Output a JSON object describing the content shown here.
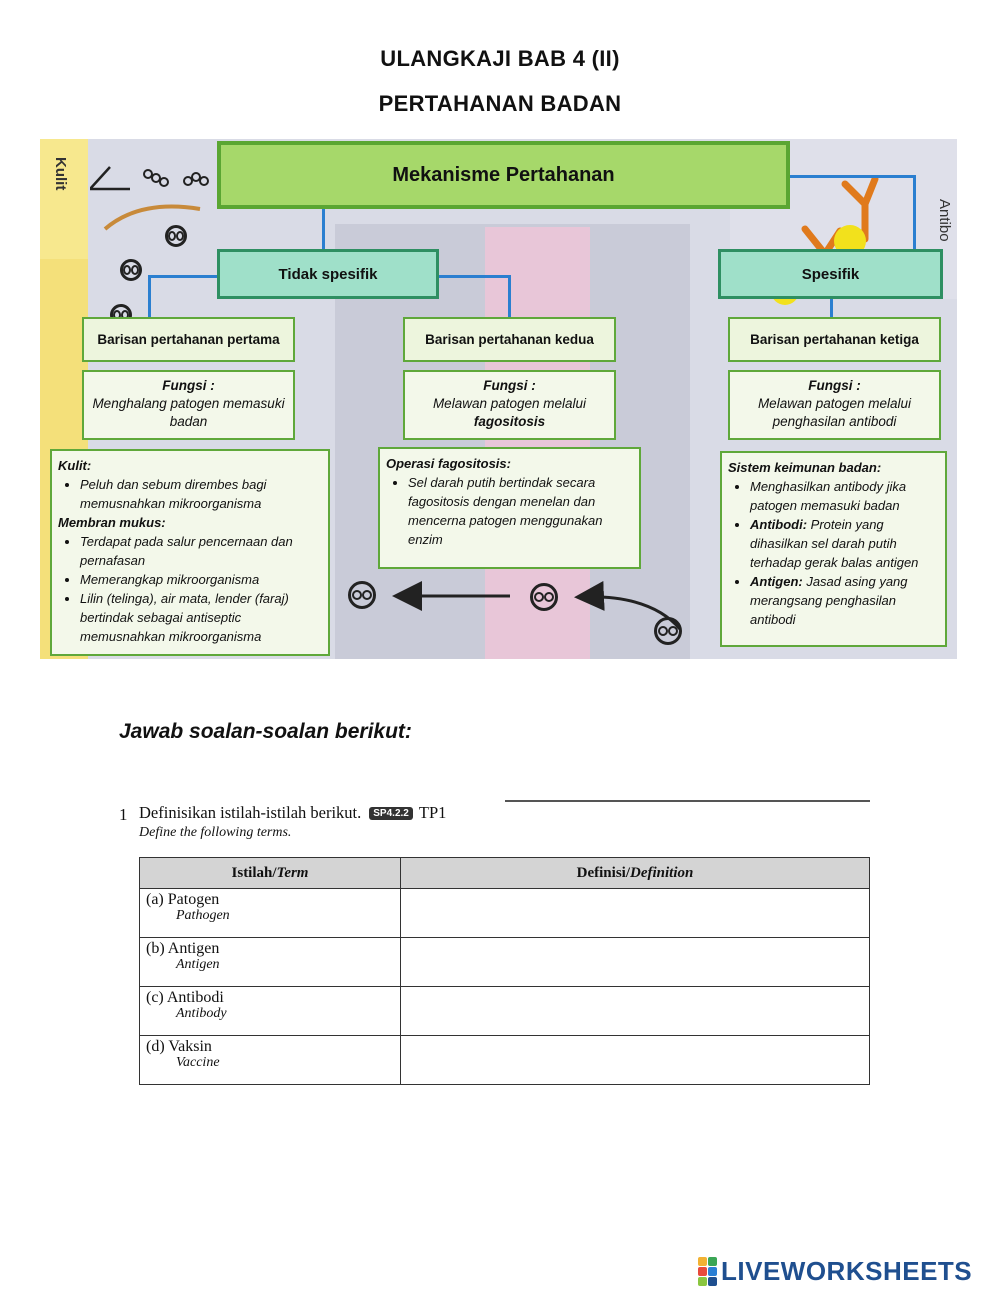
{
  "header": {
    "title_line1": "ULANGKAJI BAB 4 (II)",
    "title_line2": "PERTAHANAN BADAN"
  },
  "diagram": {
    "side_label_left": "Kulit",
    "side_label_right": "Antibo",
    "main": "Mekanisme Pertahanan",
    "branch_left": "Tidak spesifik",
    "branch_right": "Spesifik",
    "lines": [
      {
        "title": "Barisan pertahanan pertama",
        "fungsi_label": "Fungsi :",
        "fungsi_text": "Menghalang patogen memasuki badan"
      },
      {
        "title": "Barisan pertahanan kedua",
        "fungsi_label": "Fungsi :",
        "fungsi_text": "Melawan patogen melalui",
        "fungsi_bold": "fagositosis"
      },
      {
        "title": "Barisan pertahanan ketiga",
        "fungsi_label": "Fungsi :",
        "fungsi_text": "Melawan patogen melalui penghasilan antibodi"
      }
    ],
    "desc_left": {
      "h1": "Kulit:",
      "b1": "Peluh dan sebum dirembes bagi memusnahkan mikroorganisma",
      "h2": "Membran mukus:",
      "b2": "Terdapat pada salur pencernaan dan pernafasan",
      "b3": "Memerangkap mikroorganisma",
      "b4": "Lilin (telinga), air mata, lender (faraj) bertindak sebagai antiseptic memusnahkan mikroorganisma"
    },
    "desc_mid": {
      "h1": "Operasi fagositosis:",
      "b1": "Sel darah putih bertindak secara fagositosis dengan menelan dan mencerna patogen menggunakan enzim"
    },
    "desc_right": {
      "h1": "Sistem keimunan badan:",
      "b1": "Menghasilkan antibody jika patogen memasuki badan",
      "b2_bold": "Antibodi:",
      "b2": " Protein yang dihasilkan sel darah putih terhadap gerak balas antigen",
      "b3_bold": "Antigen:",
      "b3": " Jasad asing yang merangsang penghasilan antibodi"
    }
  },
  "question_heading": "Jawab soalan-soalan berikut:",
  "question": {
    "number": "1",
    "text": "Definisikan istilah-istilah berikut.",
    "badge": "SP4.2.2",
    "tp": "TP1",
    "text_en": "Define the following terms.",
    "table": {
      "col1_main": "Istilah/",
      "col1_en": "Term",
      "col2_main": "Definisi/",
      "col2_en": "Definition",
      "rows": [
        {
          "label": "(a)  Patogen",
          "en": "Pathogen"
        },
        {
          "label": "(b)  Antigen",
          "en": "Antigen"
        },
        {
          "label": "(c)  Antibodi",
          "en": "Antibody"
        },
        {
          "label": "(d)  Vaksin",
          "en": "Vaccine"
        }
      ]
    }
  },
  "footer": {
    "logo_text": "LIVEWORKSHEETS",
    "logo_colors": [
      "#f2b233",
      "#3aa655",
      "#e84a3b",
      "#2a7fd4",
      "#8ac640",
      "#1f4f8f"
    ]
  }
}
